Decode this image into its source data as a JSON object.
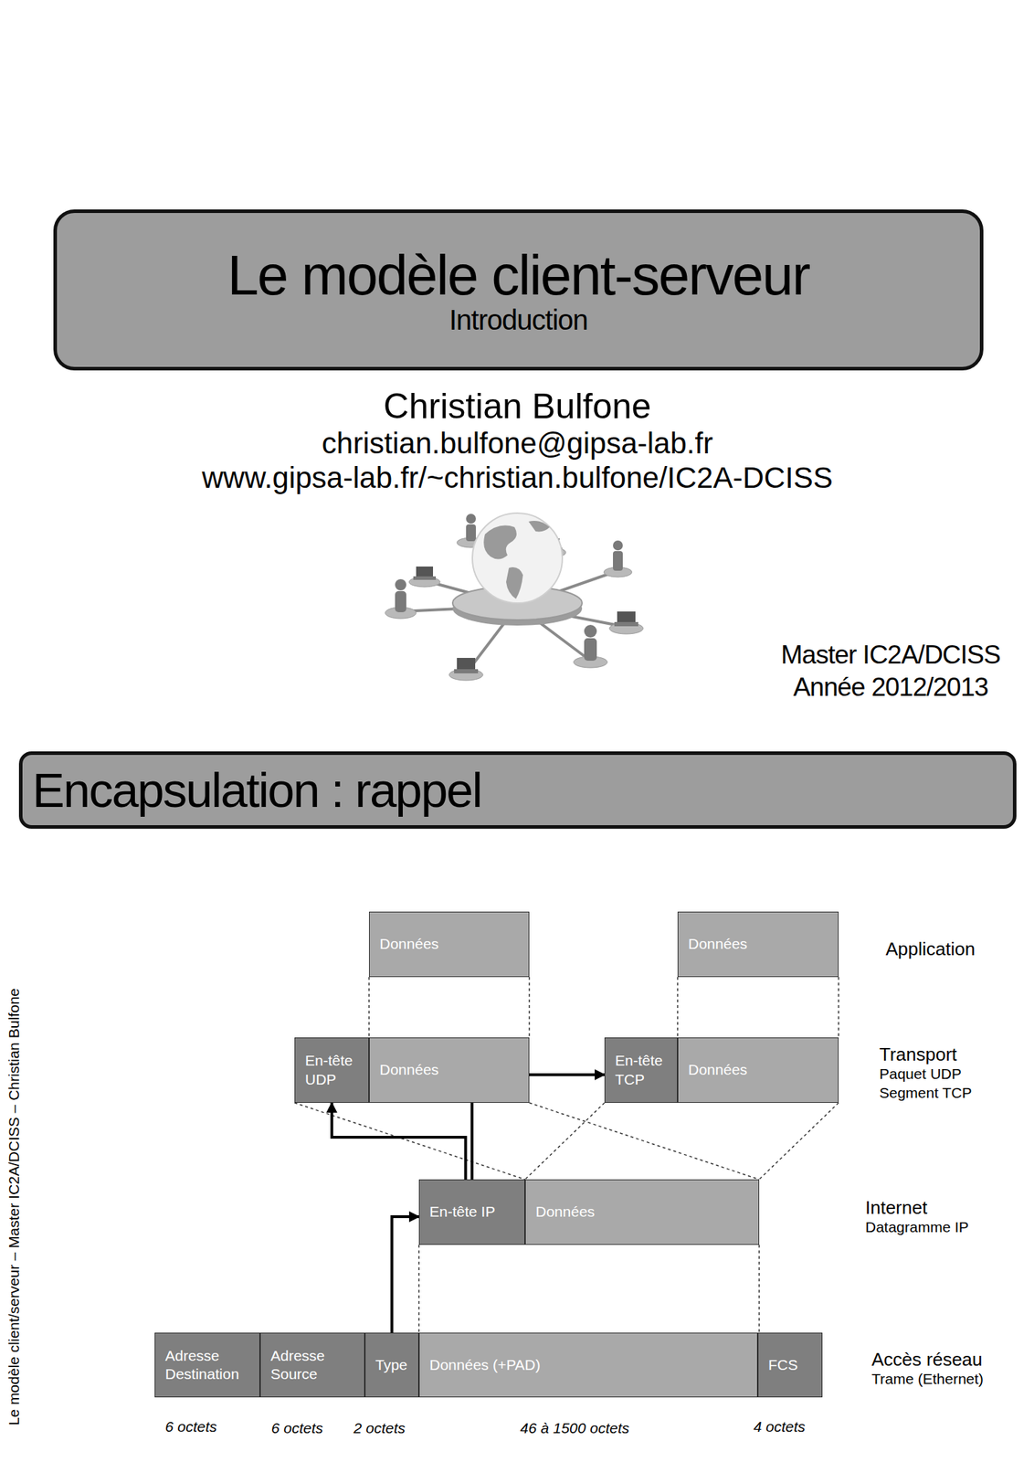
{
  "diagram": {
    "nodes": [
      {
        "text": [
          "Le modèle client-serveur",
          "Introduction"
        ]
      },
      {
        "text": [
          "Encapsulation : rappel"
        ]
      },
      {
        "text": [
          "Données"
        ]
      },
      {
        "text": [
          "Données"
        ]
      },
      {
        "text": [
          "En-tête UDP"
        ]
      },
      {
        "text": [
          "Données"
        ]
      },
      {
        "text": [
          "En-tête TCP"
        ]
      },
      {
        "text": [
          "Données"
        ]
      },
      {
        "text": [
          "En-tête IP"
        ]
      },
      {
        "text": [
          "Données"
        ]
      },
      {
        "text": [
          "Adresse Destination"
        ]
      },
      {
        "text": [
          "Adresse Source"
        ]
      },
      {
        "text": [
          "Type"
        ]
      },
      {
        "text": [
          "Données (+PAD)"
        ]
      },
      {
        "text": [
          "FCS"
        ]
      }
    ],
    "edges": [
      {
        "from": 12,
        "to": 8,
        "arrow": "to"
      },
      {
        "from": 8,
        "to": 4,
        "arrow": "to"
      },
      {
        "from": 8,
        "to": 6,
        "arrow": "to"
      }
    ],
    "labels": [
      "Christian Bulfone",
      "christian.bulfone@gipsa-lab.fr",
      "www.gipsa-lab.fr/~christian.bulfone/IC2A-DCISS",
      "Master IC2A/DCISS",
      "Année 2012/2013",
      "Application",
      "Transport",
      "Paquet UDP",
      "Segment TCP",
      "Internet",
      "Datagramme IP",
      "Accès réseau",
      "Trame (Ethernet)",
      "6 octets",
      "6 octets",
      "2 octets",
      "46 à 1500 octets",
      "4 octets",
      "Le modèle client/serveur – Master IC2A/DCISS – Christian Bulfone"
    ]
  }
}
